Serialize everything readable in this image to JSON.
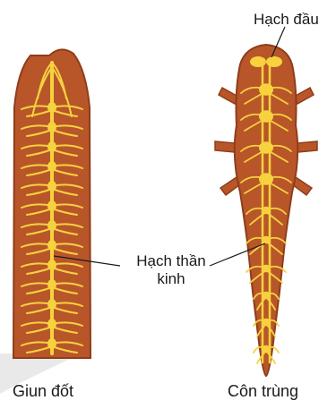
{
  "labels": {
    "head_ganglion": "Hạch đầu",
    "nerve_ganglion_line1": "Hạch thần",
    "nerve_ganglion_line2": "kinh",
    "earthworm": "Giun đốt",
    "insect": "Côn trùng"
  },
  "colors": {
    "body_fill": "#b8562a",
    "body_edge": "#8f3d1a",
    "nerve": "#f6d23e",
    "leader_line": "#1a1a1a"
  }
}
